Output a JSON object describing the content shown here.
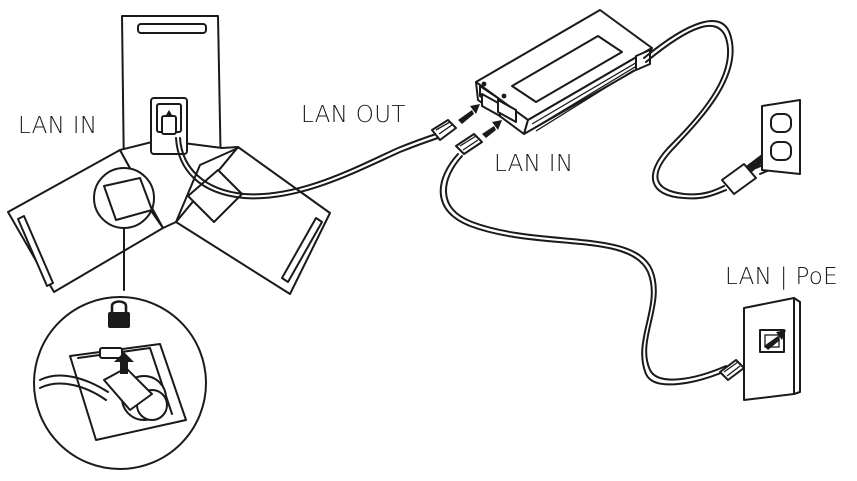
{
  "labels": {
    "lan_in_phone": "LAN IN",
    "lan_out": "LAN OUT",
    "lan_in_injector": "LAN IN",
    "lan_poe": "LAN | PoE"
  },
  "icons": {
    "lock": "lock-icon",
    "arrow": "up-arrow-icon"
  },
  "colors": {
    "line": "#1a1a1a",
    "background": "#ffffff"
  }
}
